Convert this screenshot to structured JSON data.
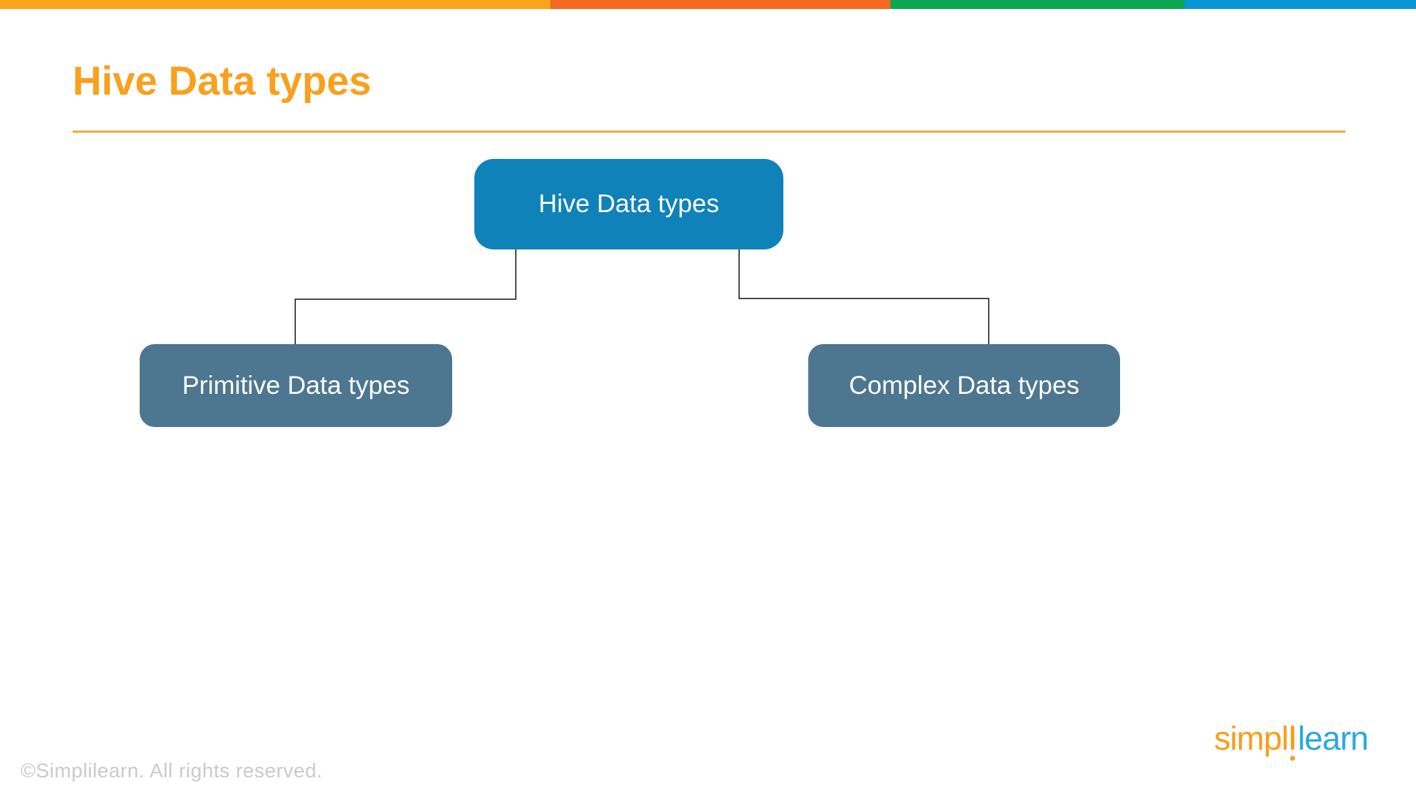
{
  "header": {
    "title": "Hive Data types"
  },
  "top_bar": {
    "segments": [
      {
        "name": "yellow"
      },
      {
        "name": "orange"
      },
      {
        "name": "green"
      },
      {
        "name": "blue"
      }
    ]
  },
  "diagram": {
    "type": "tree",
    "root": {
      "label": "Hive Data types"
    },
    "children": [
      {
        "label": "Primitive Data types"
      },
      {
        "label": "Complex Data types"
      }
    ]
  },
  "footer": {
    "copyright": "©Simplilearn. All rights reserved.",
    "logo": {
      "text_orange": "simpl",
      "text_blue": "learn",
      "mark": "inverted-i-dot"
    }
  },
  "colors": {
    "bar_yellow": "#F9A51A",
    "bar_orange": "#F2691F",
    "bar_green": "#09A750",
    "bar_blue": "#0997D3",
    "title_orange": "#F9A01D",
    "divider_orange": "#F0A63A",
    "node_primary": "#0F82B9",
    "node_secondary": "#4D7690",
    "node_text": "#FFFFFF",
    "connector_gray": "#454545",
    "muted_text": "#CBCACA",
    "logo_orange": "#F99D1C",
    "logo_blue": "#29A8E0"
  }
}
